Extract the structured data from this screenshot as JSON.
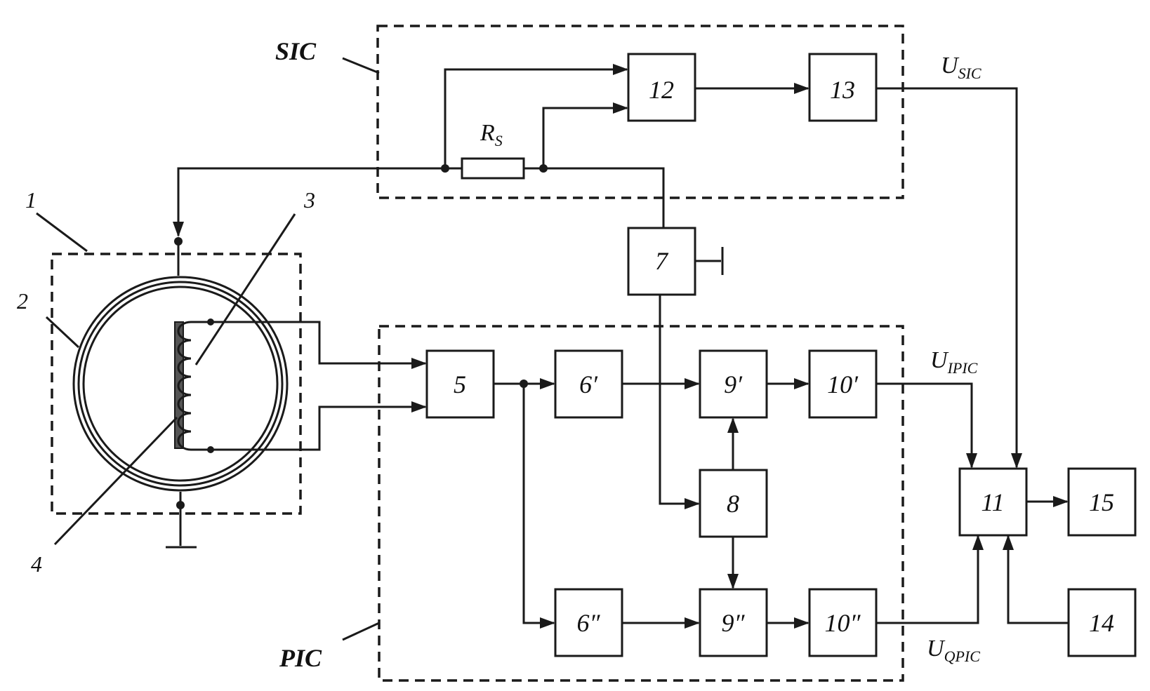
{
  "groups": {
    "sic": "SIC",
    "pic": "PIC"
  },
  "sensor_labels": {
    "n1": "1",
    "n2": "2",
    "n3": "3",
    "n4": "4"
  },
  "blocks": {
    "b5": "5",
    "b6a": "6′",
    "b6b": "6″",
    "b7": "7",
    "b8": "8",
    "b9a": "9′",
    "b9b": "9″",
    "b10a": "10′",
    "b10b": "10″",
    "b11": "11",
    "b12": "12",
    "b13": "13",
    "b14": "14",
    "b15": "15"
  },
  "resistor": {
    "main": "R",
    "sub": "S"
  },
  "signals": {
    "usic": {
      "main": "U",
      "sub": "SIC"
    },
    "uipic": {
      "main": "U",
      "sub": "IPIC"
    },
    "uqpic": {
      "main": "U",
      "sub": "QPIC"
    }
  }
}
